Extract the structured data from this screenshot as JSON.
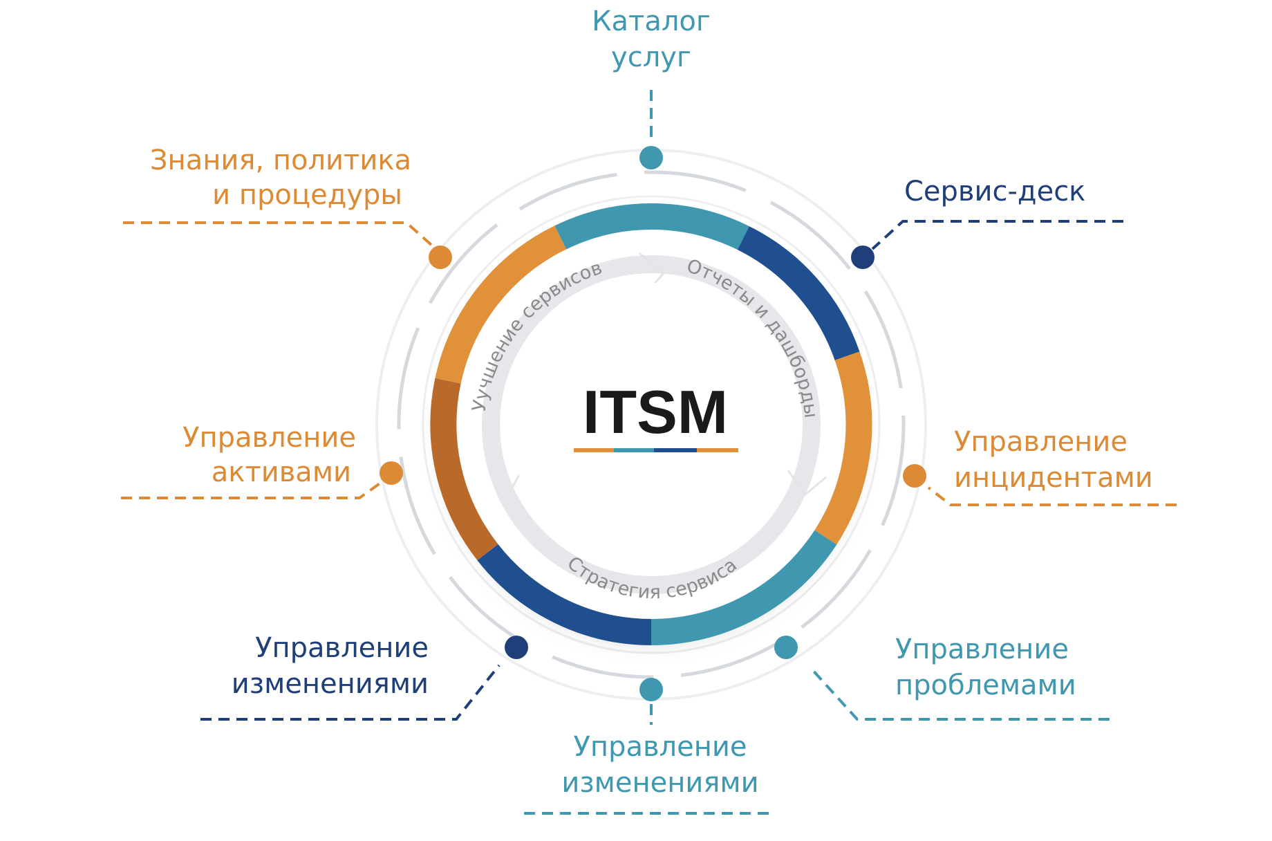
{
  "center": {
    "title": "ITSM"
  },
  "cycle": {
    "improvement": "Уучшение сервисов",
    "reports": "Отчеты и дашборды",
    "strategy": "Стратегия сервиса"
  },
  "nodes": {
    "catalog": {
      "line1": "Каталог",
      "line2": "услуг"
    },
    "knowledge": {
      "line1": "Знания, политика",
      "line2": "и процедуры"
    },
    "servicedesk": {
      "line1": "Сервис-деск"
    },
    "assets": {
      "line1": "Управление",
      "line2": "активами"
    },
    "incidents": {
      "line1": "Управление",
      "line2": "инцидентами"
    },
    "changes_left": {
      "line1": "Управление",
      "line2": "изменениями"
    },
    "problems": {
      "line1": "Управление",
      "line2": "проблемами"
    },
    "changes_bottom": {
      "line1": "Управление",
      "line2": "изменениями"
    }
  },
  "colors": {
    "teal": "#3f97b0",
    "navy": "#1f3f7a",
    "orange": "#dc8a35",
    "dark_orange": "#b96a2a",
    "text_dark": "#1a1a1a",
    "ring_gray": "#d8dbe0"
  }
}
